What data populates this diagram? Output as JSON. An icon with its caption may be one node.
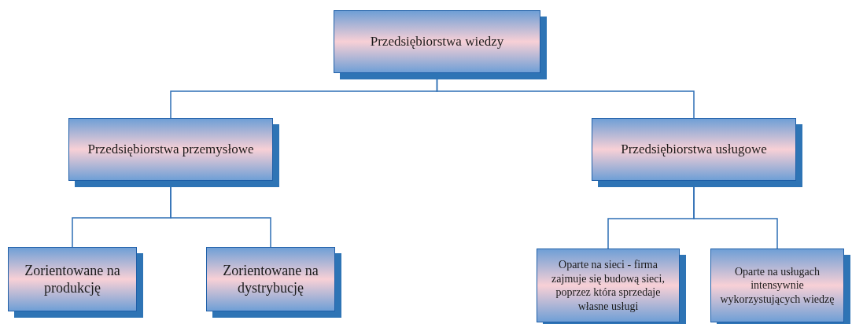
{
  "diagram": {
    "nodes": [
      {
        "text": [
          "Przedsiębiorstwa wiedzy"
        ]
      },
      {
        "text": [
          "Przedsiębiorstwa przemysłowe"
        ]
      },
      {
        "text": [
          "Przedsiębiorstwa usługowe"
        ]
      },
      {
        "text": [
          "Zorientowane na produkcję"
        ]
      },
      {
        "text": [
          "Zorientowane na dystrybucję"
        ]
      },
      {
        "text": [
          "Oparte na sieci - firma zajmuje się budową sieci, poprzez która sprzedaje własne usługi"
        ]
      },
      {
        "text": [
          "Oparte na usługach intensywnie wykorzystujących wiedzę"
        ]
      }
    ],
    "edges": [
      {
        "from": 0,
        "to": 1,
        "arrow": "none"
      },
      {
        "from": 0,
        "to": 2,
        "arrow": "none"
      },
      {
        "from": 1,
        "to": 3,
        "arrow": "none"
      },
      {
        "from": 1,
        "to": 4,
        "arrow": "none"
      },
      {
        "from": 2,
        "to": 5,
        "arrow": "none"
      },
      {
        "from": 2,
        "to": 6,
        "arrow": "none"
      }
    ]
  }
}
